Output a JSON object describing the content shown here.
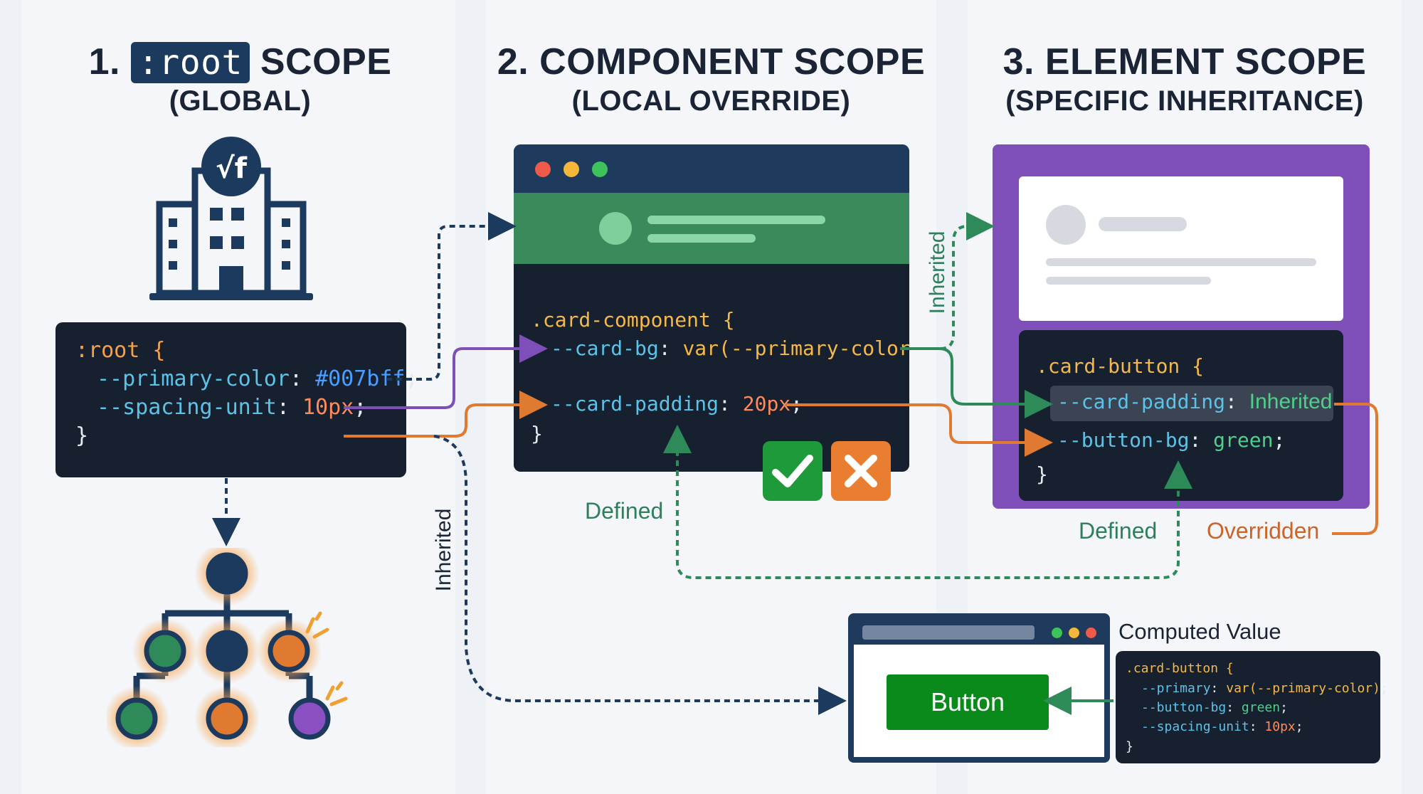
{
  "panels": {
    "root": {
      "title_number": "1.",
      "title_chip": ":root",
      "title_word": "SCOPE",
      "subtitle": "(GLOBAL)",
      "code": {
        "open": ":root {",
        "prop1": "--primary-color",
        "val1": "#007bff",
        "prop2": "--spacing-unit",
        "val2": "10px",
        "close": "}"
      }
    },
    "component": {
      "title": "2. COMPONENT SCOPE",
      "subtitle": "(LOCAL OVERRIDE)",
      "code": {
        "selector": ".card-component {",
        "prop1": "--card-bg",
        "val1": "var(--primary-color)",
        "prop2": "--card-padding",
        "val2": "20px",
        "close": "}"
      }
    },
    "element": {
      "title": "3. ELEMENT SCOPE",
      "subtitle": "(SPECIFIC INHERITANCE)",
      "code": {
        "selector": ".card-button {",
        "prop1": "--card-padding",
        "val1": "Inherited",
        "prop2": "--button-bg",
        "val2": "green",
        "close": "}"
      }
    }
  },
  "labels": {
    "defined_left": "Defined",
    "defined_right": "Defined",
    "overridden": "Overridden",
    "inherited_vertical_1": "Inherited",
    "inherited_vertical_2": "Inherited"
  },
  "computed": {
    "heading": "Computed Value",
    "button_label": "Button",
    "code": {
      "selector": ".card-button {",
      "line1_prop": "--primary",
      "line1_val": "var(--primary-color)",
      "line2_prop": "--button-bg",
      "line2_val": "green",
      "line3_prop": "--spacing-unit",
      "line3_val": "10px",
      "close": "}"
    }
  },
  "colors": {
    "navy": "#1c3a5e",
    "green": "#2f8a5a",
    "orange": "#e07a30",
    "purple": "#7e4fb8",
    "button_green": "#0a8a1a"
  }
}
